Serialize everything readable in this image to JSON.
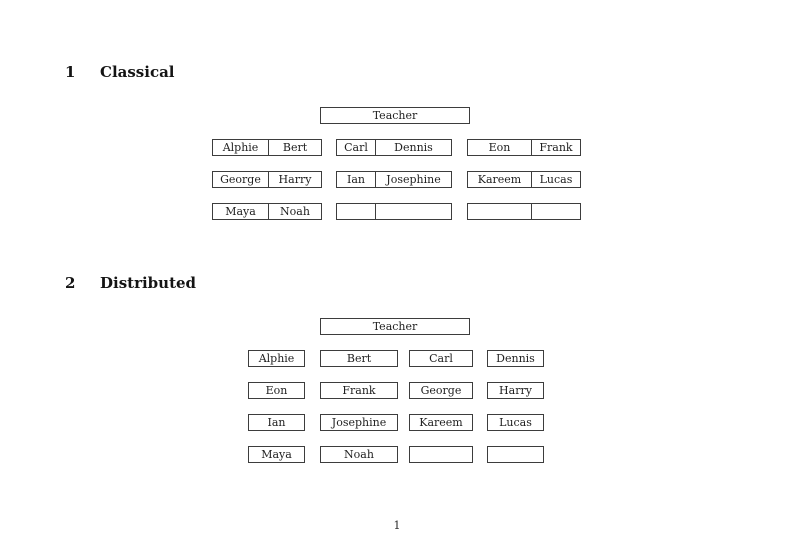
{
  "page_number": "1",
  "classical": {
    "heading_number": "1",
    "heading_title": "Classical",
    "teacher_label": "Teacher",
    "rows": [
      [
        {
          "left": "Alphie",
          "right": "Bert"
        },
        {
          "left": "Carl",
          "right": "Dennis"
        },
        {
          "left": "Eon",
          "right": "Frank"
        }
      ],
      [
        {
          "left": "George",
          "right": "Harry"
        },
        {
          "left": "Ian",
          "right": "Josephine"
        },
        {
          "left": "Kareem",
          "right": "Lucas"
        }
      ],
      [
        {
          "left": "Maya",
          "right": "Noah"
        },
        {
          "left": "",
          "right": ""
        },
        {
          "left": "",
          "right": ""
        }
      ]
    ]
  },
  "distributed": {
    "heading_number": "2",
    "heading_title": "Distributed",
    "teacher_label": "Teacher",
    "rows": [
      [
        "Alphie",
        "Bert",
        "Carl",
        "Dennis"
      ],
      [
        "Eon",
        "Frank",
        "George",
        "Harry"
      ],
      [
        "Ian",
        "Josephine",
        "Kareem",
        "Lucas"
      ],
      [
        "Maya",
        "Noah",
        "",
        ""
      ]
    ]
  }
}
